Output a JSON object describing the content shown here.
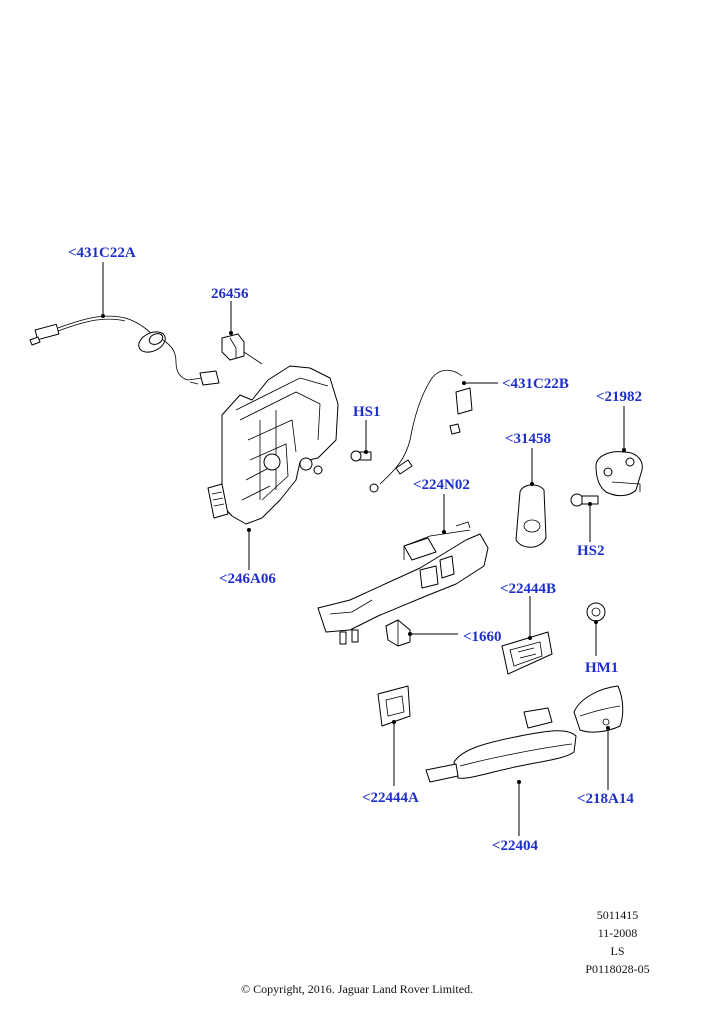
{
  "callouts": {
    "c431C22A": "<431C22A",
    "c26456": "26456",
    "cHS1": "HS1",
    "c431C22B": "<431C22B",
    "c21982": "<21982",
    "c31458": "<31458",
    "c224N02": "<224N02",
    "cHS2": "HS2",
    "c246A06": "<246A06",
    "c22444B": "<22444B",
    "c1660": "<1660",
    "cHM1": "HM1",
    "c22444A": "<22444A",
    "c218A14": "<218A14",
    "c22404": "<22404"
  },
  "meta": {
    "code": "5011415",
    "date": "11-2008",
    "model": "LS",
    "ref": "P0118028-05",
    "copyright": "© Copyright, 2016. Jaguar Land Rover Limited."
  },
  "colors": {
    "callout": "#1f2fcc",
    "line": "#000000"
  }
}
